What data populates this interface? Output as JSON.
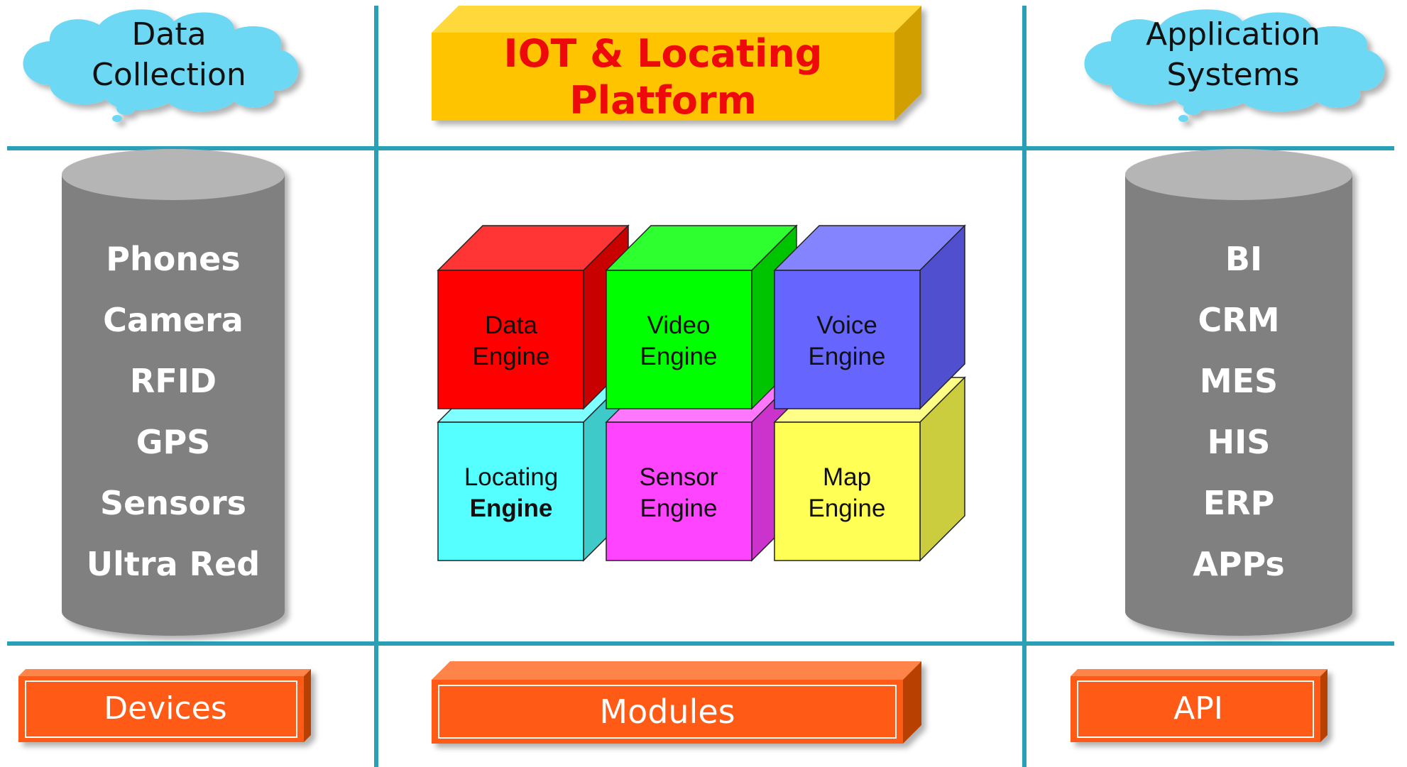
{
  "clouds": {
    "left": [
      "Data",
      "Collection"
    ],
    "right": [
      "Application",
      "Systems"
    ]
  },
  "banner": [
    "IOT & Locating",
    "Platform"
  ],
  "left_cylinder": [
    "Phones",
    "Camera",
    "RFID",
    "GPS",
    "Sensors",
    "Ultra Red"
  ],
  "right_cylinder": [
    "BI",
    "CRM",
    "MES",
    "HIS",
    "ERP",
    "APPs"
  ],
  "engines": [
    {
      "line1": "Data",
      "line2": "Engine",
      "color": "#ff0000",
      "side": "#c80000",
      "top": "#ff3535"
    },
    {
      "line1": "Video",
      "line2": "Engine",
      "color": "#00ff00",
      "side": "#00c400",
      "top": "#2eff2e"
    },
    {
      "line1": "Voice",
      "line2": "Engine",
      "color": "#6666ff",
      "side": "#4f4fd0",
      "top": "#8484ff"
    },
    {
      "line1": "Locating",
      "line2": "Engine",
      "color": "#55ffff",
      "side": "#3fcaca",
      "top": "#7fffff"
    },
    {
      "line1": "Sensor",
      "line2": "Engine",
      "color": "#ff44ff",
      "side": "#cc33cc",
      "top": "#ff77ff"
    },
    {
      "line1": "Map",
      "line2": "Engine",
      "color": "#ffff55",
      "side": "#cccc3f",
      "top": "#ffff88"
    }
  ],
  "bottom_boxes": {
    "devices": "Devices",
    "modules": "Modules",
    "api": "API"
  },
  "colors": {
    "grid_lines": "#2aa0b7",
    "cloud": "#6cd8f4",
    "cylinder": "#808080",
    "banner": "#ffc400",
    "orange_box": "#ff5a12"
  }
}
